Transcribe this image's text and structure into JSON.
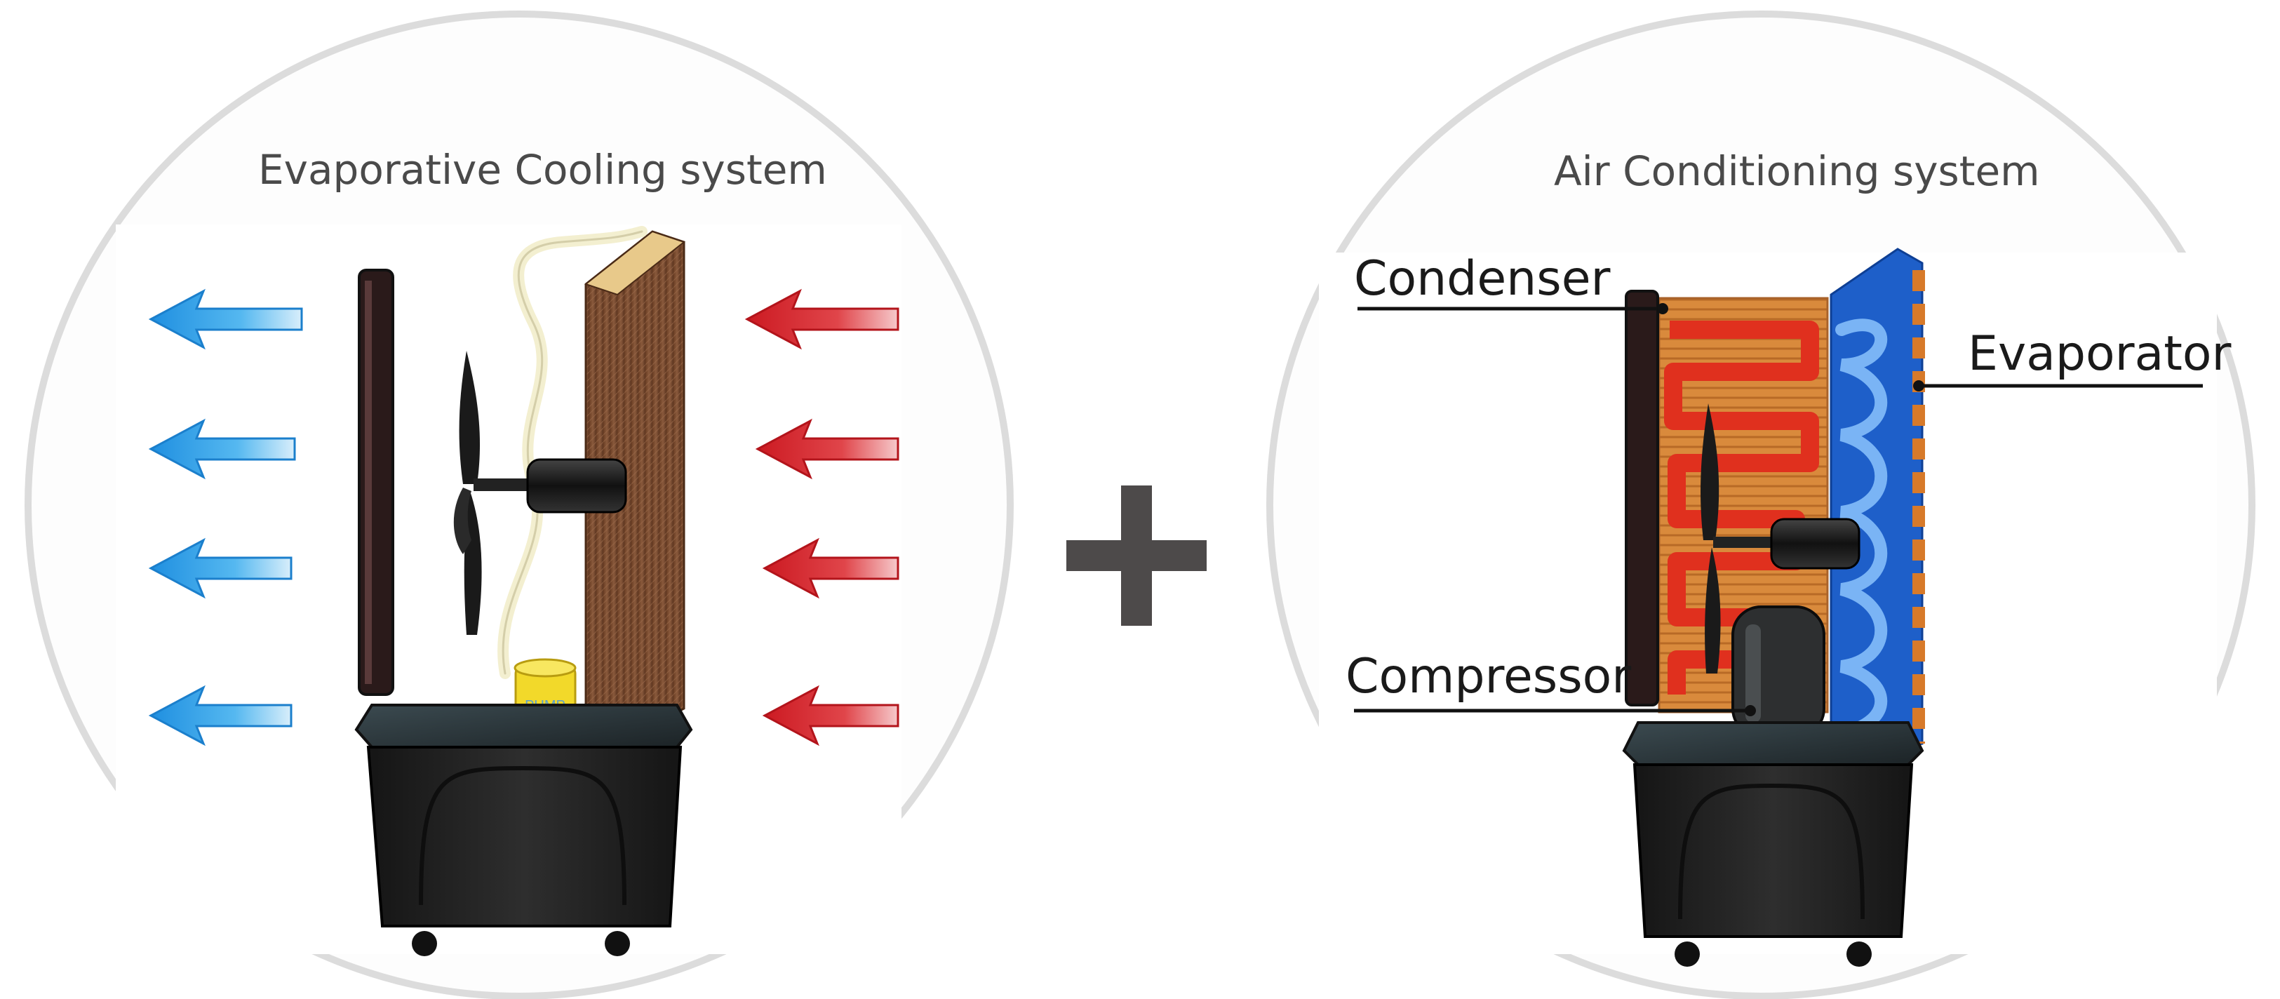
{
  "left_panel": {
    "title": "Evaporative Cooling system",
    "pump_label": "PUMP"
  },
  "right_panel": {
    "title": "Air Conditioning system",
    "labels": {
      "condenser": "Condenser",
      "evaporator": "Evaporator",
      "compressor": "Compressor"
    }
  },
  "colors": {
    "circle_border": "#d9d9d9",
    "cold_air": "#3aa6e6",
    "hot_air": "#d9262c",
    "pad": "#7a4a2e",
    "tank": "#222222",
    "plus": "#4d4a4a",
    "coil_red": "#e0301e",
    "copper": "#d98a3c",
    "evaporator_blue": "#2a6fd6"
  }
}
